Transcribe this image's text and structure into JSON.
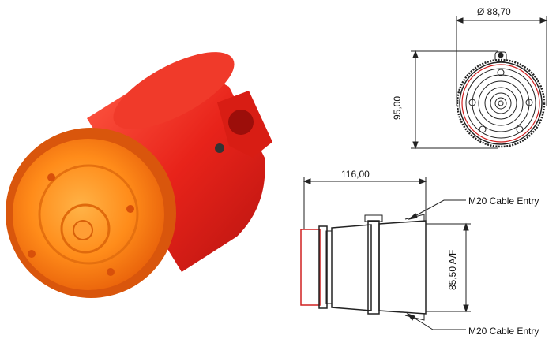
{
  "dimensions": {
    "diameter": "Ø 88,70",
    "height": "95,00",
    "length": "116,00",
    "across_flats": "85,50 A/F"
  },
  "callouts": {
    "cable_entry_top": "M20 Cable Entry",
    "cable_entry_bottom": "M20 Cable Entry"
  },
  "colors": {
    "body_red": "#e8231a",
    "lens_orange": "#ff8a1c",
    "outline": "#222222",
    "accent_red": "#d02020"
  }
}
